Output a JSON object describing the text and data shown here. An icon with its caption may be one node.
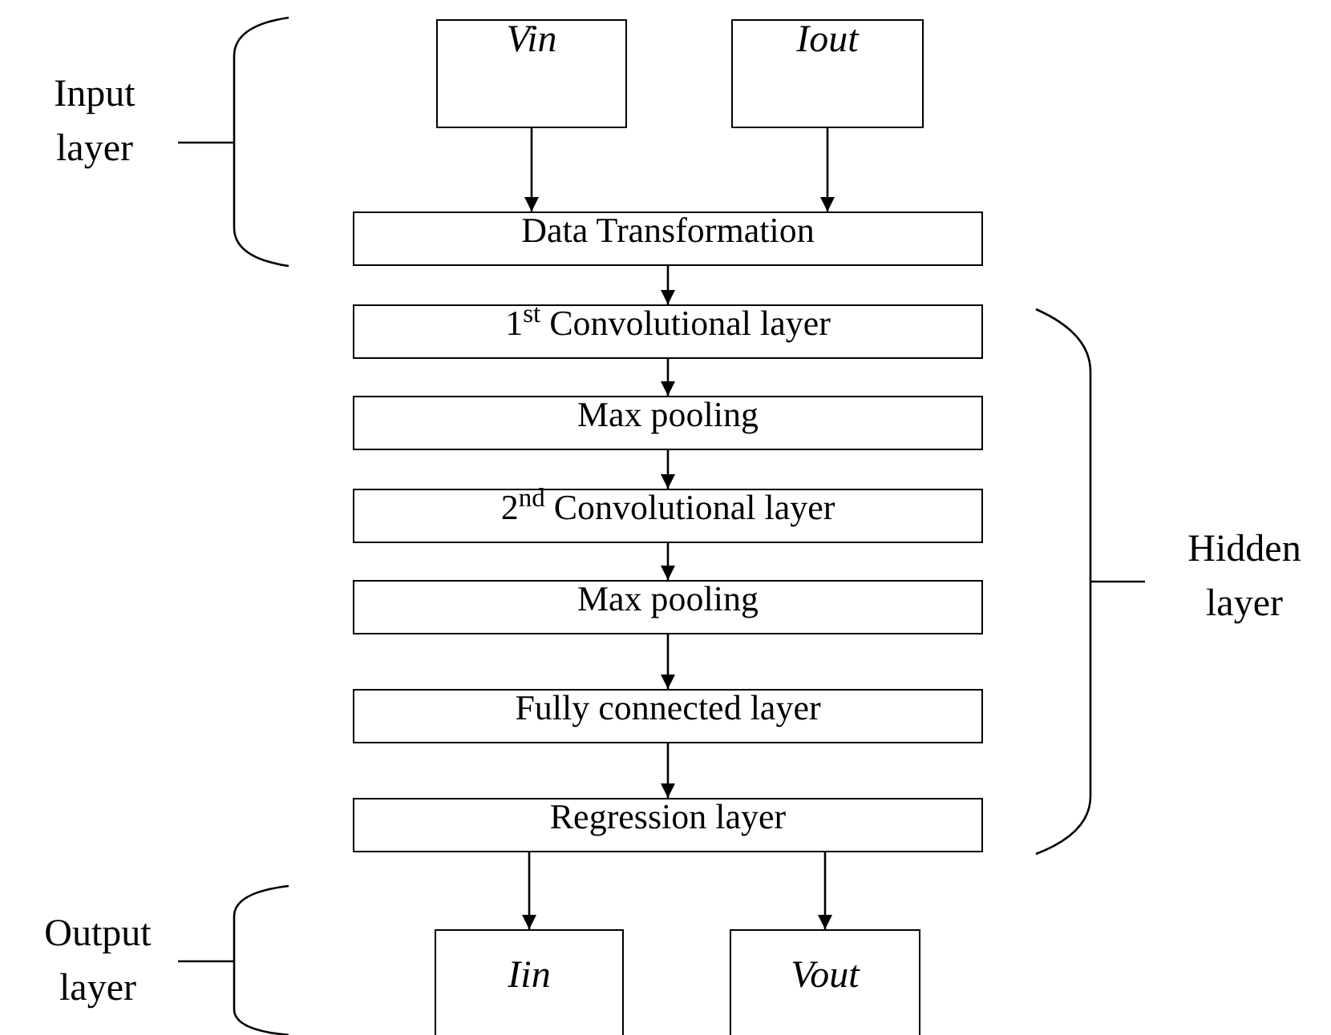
{
  "diagram": {
    "nodes": [
      {
        "text": [
          "Vin"
        ]
      },
      {
        "text": [
          "Iout"
        ]
      },
      {
        "text": [
          "Data Transformation"
        ]
      },
      {
        "text": [
          "1$^{st}$ Convolutional layer"
        ]
      },
      {
        "text": [
          "Max pooling"
        ]
      },
      {
        "text": [
          "2$^{nd}$ Convolutional layer"
        ]
      },
      {
        "text": [
          "Max pooling"
        ]
      },
      {
        "text": [
          "Fully connected layer"
        ]
      },
      {
        "text": [
          "Regression layer"
        ]
      },
      {
        "text": [
          "Iin"
        ]
      },
      {
        "text": [
          "Vout"
        ]
      }
    ],
    "edges": [
      {
        "from": 0,
        "to": 2,
        "arrow": "to"
      },
      {
        "from": 1,
        "to": 2,
        "arrow": "to"
      },
      {
        "from": 2,
        "to": 3,
        "arrow": "to"
      },
      {
        "from": 3,
        "to": 4,
        "arrow": "to"
      },
      {
        "from": 4,
        "to": 5,
        "arrow": "to"
      },
      {
        "from": 5,
        "to": 6,
        "arrow": "to"
      },
      {
        "from": 6,
        "to": 7,
        "arrow": "to"
      },
      {
        "from": 7,
        "to": 8,
        "arrow": "to"
      },
      {
        "from": 8,
        "to": 9,
        "arrow": "to"
      },
      {
        "from": 8,
        "to": 10,
        "arrow": "to"
      }
    ],
    "labels": [
      "Input layer",
      "Hidden layer",
      "Output layer"
    ]
  }
}
